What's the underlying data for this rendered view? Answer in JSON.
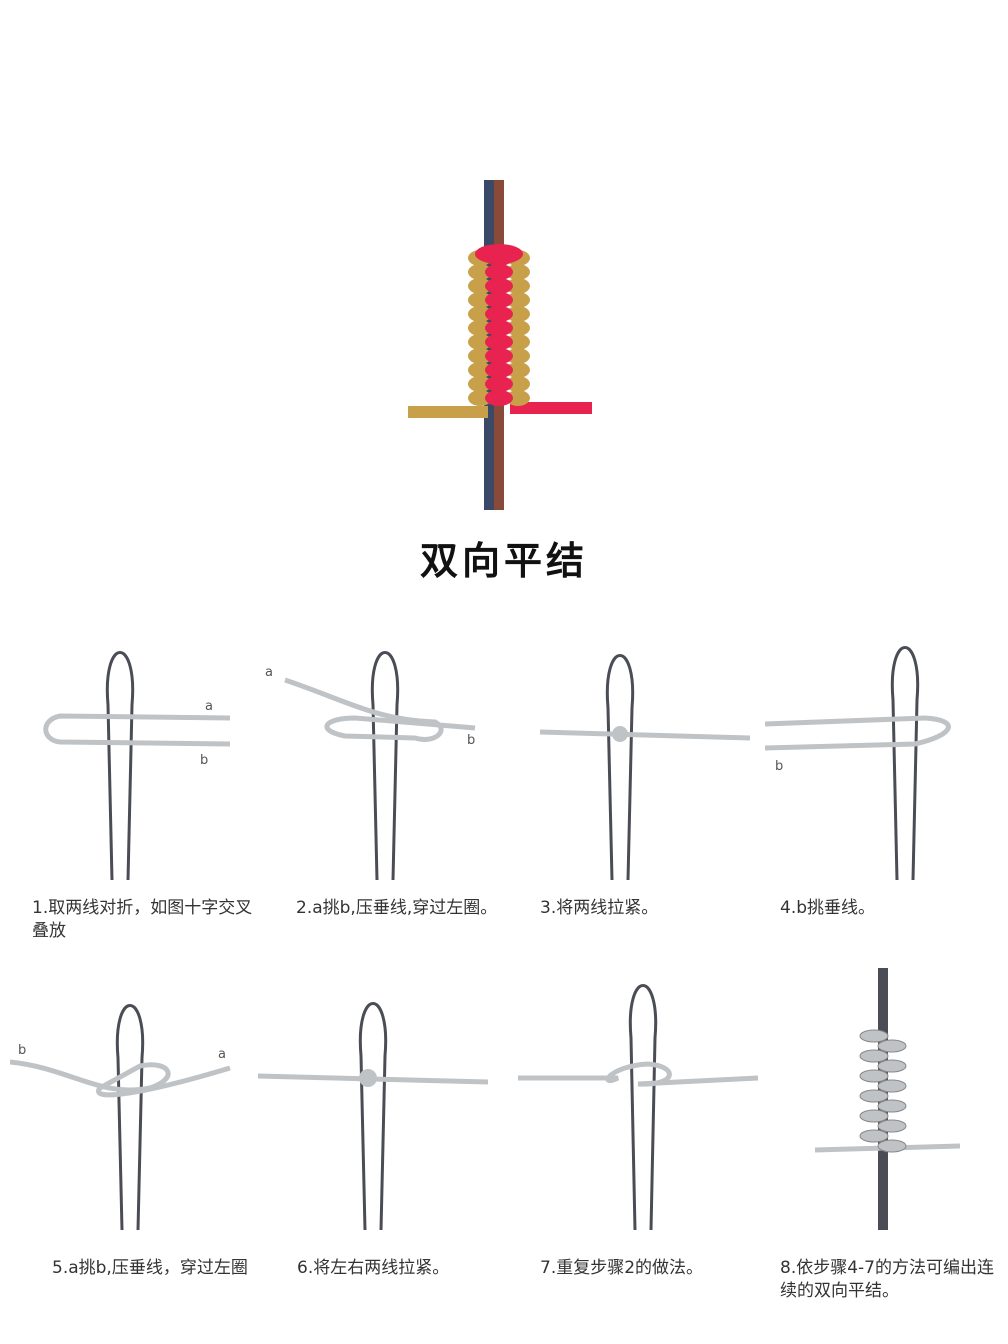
{
  "title": "双向平结",
  "colors": {
    "red": "#e8234f",
    "gold": "#c9a04a",
    "grey_cord": "#bfc3c6",
    "dark_cord": "#4a4d55"
  },
  "steps": [
    {
      "caption": "1.取两线对折，如图十字交叉叠放",
      "labels": [
        "a",
        "b"
      ]
    },
    {
      "caption": "2.a挑b,压垂线,穿过左圈。",
      "labels": [
        "a",
        "b"
      ]
    },
    {
      "caption": "3.将两线拉紧。",
      "labels": []
    },
    {
      "caption": "4.b挑垂线。",
      "labels": [
        "b"
      ]
    },
    {
      "caption": "5.a挑b,压垂线，穿过左圈",
      "labels": [
        "b",
        "a"
      ]
    },
    {
      "caption": "6.将左右两线拉紧。",
      "labels": []
    },
    {
      "caption": "7.重复步骤2的做法。",
      "labels": []
    },
    {
      "caption": "8.依步骤4-7的方法可编出连续的双向平结。",
      "labels": []
    }
  ]
}
